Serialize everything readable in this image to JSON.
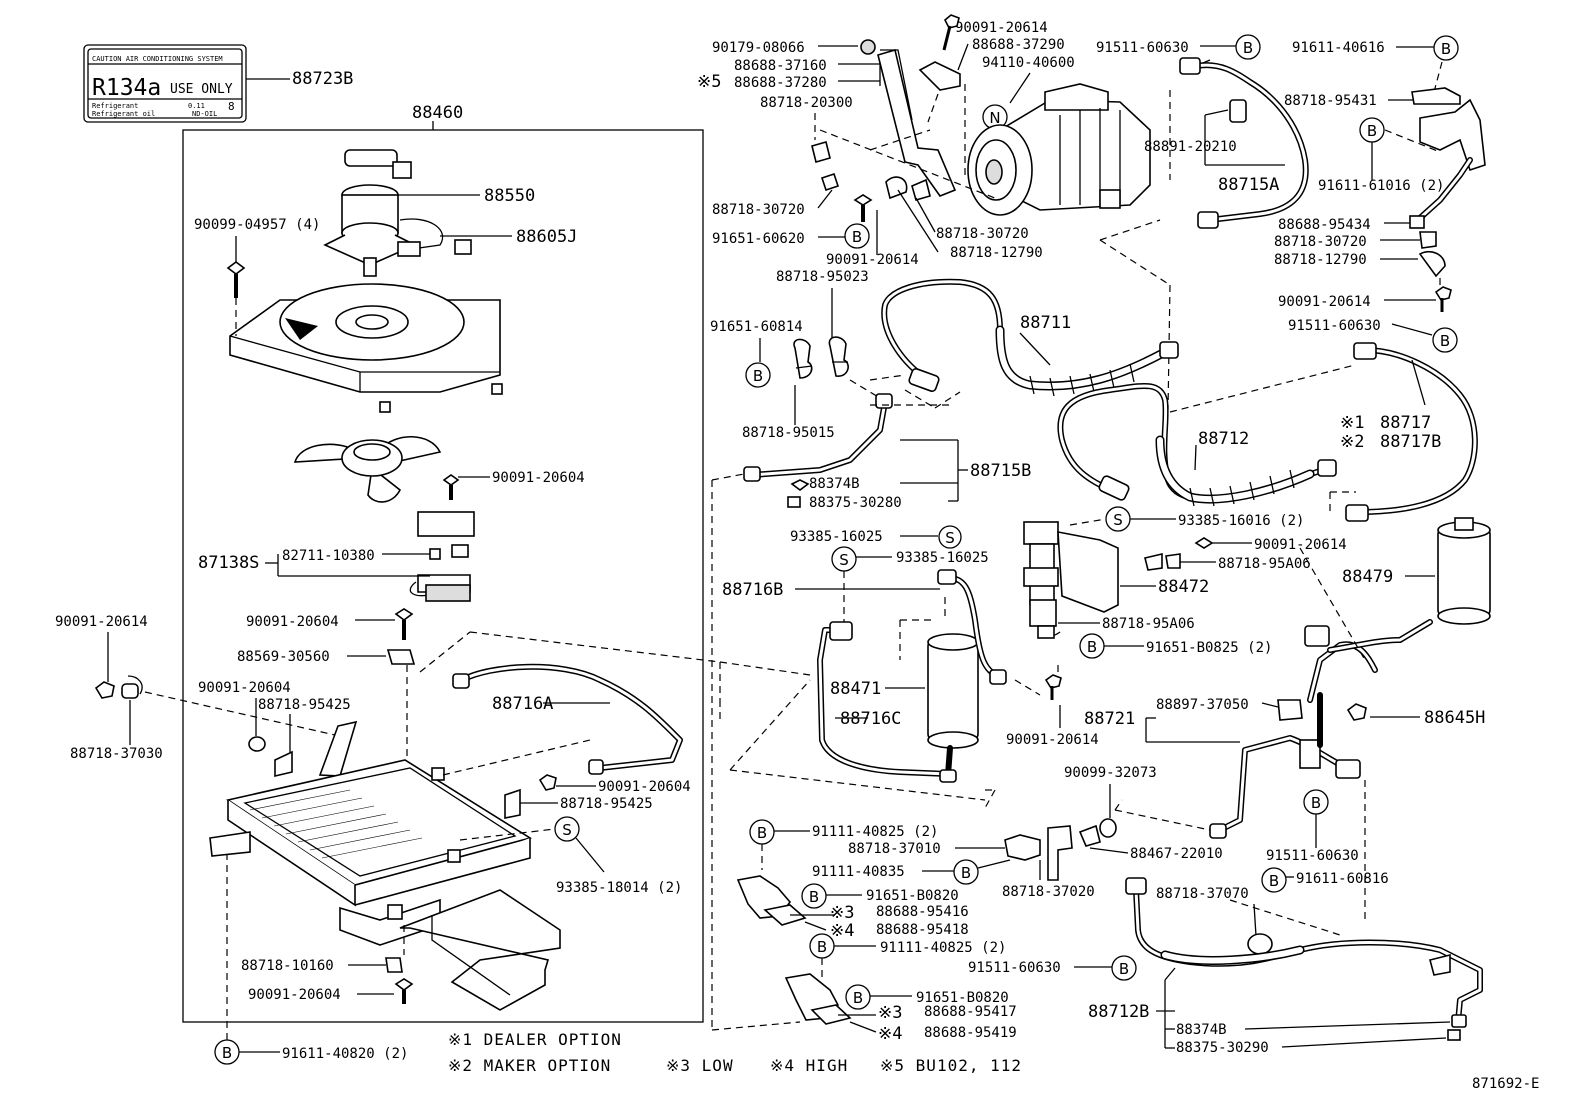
{
  "label_panel": {
    "caution": "CAUTION AIR CONDITIONING SYSTEM",
    "refrigerant": "R134a",
    "use_only": "USE ONLY",
    "row1_left": "Refrigerant",
    "row1_right": "0.11",
    "row1_value": "8",
    "row2_left": "Refrigerant oil",
    "row2_right": "ND-OIL"
  },
  "frame_label": "88460",
  "parts": {
    "p88723B": "88723B",
    "p88550": "88550",
    "p90099_04957": "90099-04957 (4)",
    "p88605J": "88605J",
    "p90091_20604_a": "90091-20604",
    "p87138S": "87138S",
    "p82711_10380": "82711-10380",
    "p90091_20604_b": "90091-20604",
    "p88569_30560": "88569-30560",
    "p90091_20614_left": "90091-20614",
    "p90091_20604_c": "90091-20604",
    "p88718_95425_a": "88718-95425",
    "p88718_37030": "88718-37030",
    "p88716A": "88716A",
    "p90091_20604_d": "90091-20604",
    "p88718_95425_b": "88718-95425",
    "p93385_18014": "93385-18014 (2)",
    "p88718_10160": "88718-10160",
    "p90091_20604_e": "90091-20604",
    "p91611_40820": "91611-40820 (2)",
    "p90179_08066": "90179-08066",
    "p88688_37160": "88688-37160",
    "p88688_37280": "88688-37280",
    "p88718_20300": "88718-20300",
    "p90091_20614_top": "90091-20614",
    "p88688_37290": "88688-37290",
    "p94110_40600": "94110-40600",
    "p91511_60630_a": "91511-60630",
    "p88891_20210": "88891-20210",
    "p88715A": "88715A",
    "p88718_30720_a": "88718-30720",
    "p91651_60620": "91651-60620",
    "p90091_20614_b": "90091-20614",
    "p88718_30720_b": "88718-30720",
    "p88718_12790_a": "88718-12790",
    "p88718_95023": "88718-95023",
    "p91651_60814": "91651-60814",
    "p88718_95015": "88718-95015",
    "p88711": "88711",
    "p88374B_a": "88374B",
    "p88375_30280": "88375-30280",
    "p88715B": "88715B",
    "p88712": "88712",
    "p91611_40616": "91611-40616",
    "p88718_95431": "88718-95431",
    "p91611_61016": "91611-61016 (2)",
    "p88688_95434": "88688-95434",
    "p88718_30720_c": "88718-30720",
    "p88718_12790_b": "88718-12790",
    "p90091_20614_c": "90091-20614",
    "p91511_60630_b": "91511-60630",
    "p88717": "88717",
    "p88717B": "88717B",
    "p93385_16016": "93385-16016 (2)",
    "p93385_16025_a": "93385-16025",
    "p93385_16025_b": "93385-16025",
    "p88716B": "88716B",
    "p90091_20614_d": "90091-20614",
    "p88718_95A06_a": "88718-95A06",
    "p88472": "88472",
    "p88718_95A06_b": "88718-95A06",
    "p91651_B0825": "91651-B0825 (2)",
    "p88479": "88479",
    "p88471": "88471",
    "p88716C": "88716C",
    "p90091_20614_e": "90091-20614",
    "p88721": "88721",
    "p88897_37050": "88897-37050",
    "p88645H": "88645H",
    "p90099_32073": "90099-32073",
    "p91111_40825_a": "91111-40825 (2)",
    "p88718_37010": "88718-37010",
    "p91111_40835": "91111-40835",
    "p88718_37020": "88718-37020",
    "p88467_22010": "88467-22010",
    "p91511_60630_c": "91511-60630",
    "p91611_60816": "91611-60816",
    "p88718_37070": "88718-37070",
    "p91651_B0820_a": "91651-B0820",
    "p88688_95416": "88688-95416",
    "p88688_95418": "88688-95418",
    "p91111_40825_b": "91111-40825 (2)",
    "p91511_60630_d": "91511-60630",
    "p91651_B0820_b": "91651-B0820",
    "p88688_95417": "88688-95417",
    "p88688_95419": "88688-95419",
    "p88712B": "88712B",
    "p88374B_b": "88374B",
    "p88375_30290": "88375-30290"
  },
  "markers": {
    "b": "B",
    "s": "S",
    "n": "N",
    "n1": "※1",
    "n2": "※2",
    "n3": "※3",
    "n4": "※4",
    "n5": "※5"
  },
  "legend": {
    "l1": "※1  DEALER OPTION",
    "l2": "※2  MAKER OPTION",
    "l3": "※3  LOW",
    "l4": "※4  HIGH",
    "l5": "※5  BU102, 112"
  },
  "diagram_id": "871692-E"
}
